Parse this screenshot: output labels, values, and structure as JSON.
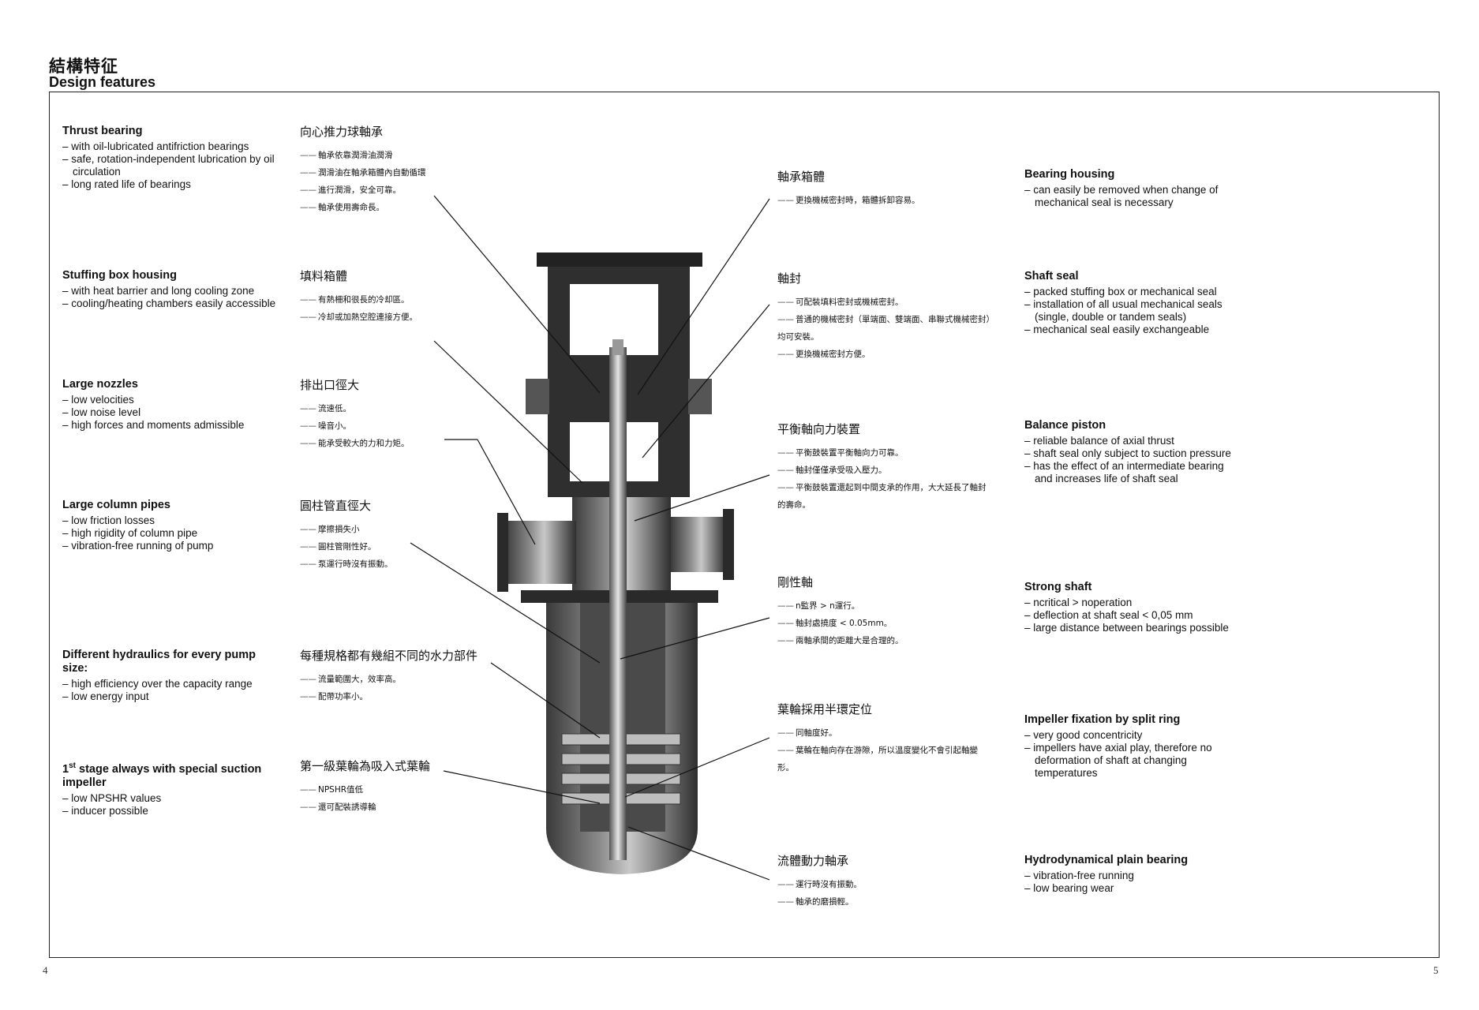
{
  "page": {
    "title_zh": "結構特征",
    "title_en": "Design features",
    "page_left": "4",
    "page_right": "5"
  },
  "left_en": [
    {
      "heading": "Thrust bearing",
      "items": [
        "with oil-lubricated antifriction bearings",
        "safe, rotation-independent lubrication by oil circulation",
        "long rated life of bearings"
      ]
    },
    {
      "heading": "Stuffing box housing",
      "items": [
        "with heat barrier and long cooling zone",
        "cooling/heating chambers easily accessible"
      ]
    },
    {
      "heading": "Large nozzles",
      "items": [
        "low velocities",
        "low noise level",
        "high forces and moments admissible"
      ]
    },
    {
      "heading": "Large column pipes",
      "items": [
        "low friction losses",
        "high rigidity of column pipe",
        "vibration-free running of pump"
      ]
    },
    {
      "heading": "Different hydraulics for every pump size:",
      "items": [
        "high efficiency over the capacity range",
        "low energy input"
      ]
    },
    {
      "heading_sup": "st",
      "heading_pre": "1",
      "heading": "stage always with special suction impeller",
      "items": [
        "low NPSHR values",
        "inducer possible"
      ]
    }
  ],
  "left_zh": [
    {
      "heading": "向心推力球軸承",
      "items": [
        "軸承依靠潤滑油潤滑",
        "潤滑油在軸承箱體內自動循環",
        "進行潤滑，安全可靠。",
        "軸承使用壽命長。"
      ]
    },
    {
      "heading": "填料箱體",
      "items": [
        "有熱柵和很長的冷却區。",
        "冷却或加熱空腔連接方便。"
      ]
    },
    {
      "heading": "排出口徑大",
      "items": [
        "流速低。",
        "噪音小。",
        "能承受較大的力和力矩。"
      ]
    },
    {
      "heading": "圓柱管直徑大",
      "items": [
        "摩擦損失小",
        "圓柱管剛性好。",
        "泵運行時沒有振動。"
      ]
    },
    {
      "heading": "每種規格都有幾組不同的水力部件",
      "items": [
        "流量範圍大，效率高。",
        "配帶功率小。"
      ]
    },
    {
      "heading": "第一級葉輪為吸入式葉輪",
      "items": [
        "NPSHR值低",
        "還可配裝誘導輪"
      ]
    }
  ],
  "right_zh": [
    {
      "heading": "軸承箱體",
      "items": [
        "更換機械密封時，箱體拆卸容易。"
      ]
    },
    {
      "heading": "軸封",
      "items": [
        "可配裝填料密封或機械密封。",
        "普通的機械密封（單端面、雙端面、串聯式機械密封）均可安裝。",
        "更換機械密封方便。"
      ]
    },
    {
      "heading": "平衡軸向力裝置",
      "items": [
        "平衡鼓裝置平衡軸向力可靠。",
        "軸封僅僅承受吸入壓力。",
        "平衡鼓裝置還起到中間支承的作用，大大延長了軸封的壽命。"
      ]
    },
    {
      "heading": "剛性軸",
      "items": [
        "n監界 > n運行。",
        "軸封處撓度 < 0.05mm。",
        "兩軸承間的距離大是合理的。"
      ]
    },
    {
      "heading": "葉輪採用半環定位",
      "items": [
        "同軸度好。",
        "葉輪在軸向存在游隙，所以溫度變化不會引起軸變形。"
      ]
    },
    {
      "heading": "流體動力軸承",
      "items": [
        "運行時沒有振動。",
        "軸承的磨損輕。"
      ]
    }
  ],
  "right_en": [
    {
      "heading": "Bearing housing",
      "items": [
        "can easily be removed when change of mechanical seal is necessary"
      ]
    },
    {
      "heading": "Shaft seal",
      "items": [
        "packed stuffing box or mechanical seal",
        "installation of all usual mechanical seals (single, double or tandem seals)",
        "mechanical seal easily exchangeable"
      ]
    },
    {
      "heading": "Balance piston",
      "items": [
        "reliable balance of axial thrust",
        "shaft seal only subject to suction pressure",
        "has the effect of an intermediate bearing and increases life of shaft seal"
      ]
    },
    {
      "heading": "Strong shaft",
      "items": [
        "ncritical > noperation",
        "deflection at shaft seal < 0,05 mm",
        "large distance between bearings possible"
      ]
    },
    {
      "heading": "Impeller fixation by split ring",
      "items": [
        "very good concentricity",
        "impellers have axial play, therefore no deformation of shaft at changing temperatures"
      ]
    },
    {
      "heading": "Hydrodynamical plain bearing",
      "items": [
        "vibration-free running",
        "low bearing wear"
      ]
    }
  ]
}
